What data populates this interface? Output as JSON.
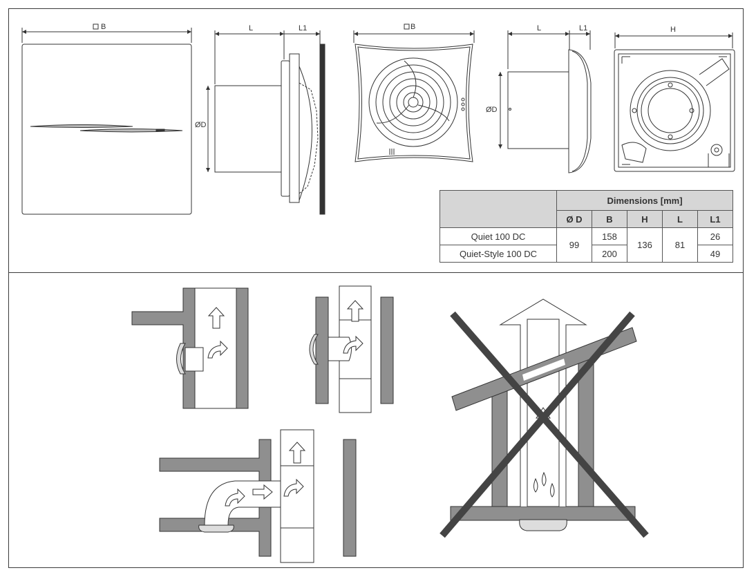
{
  "top_drawings": {
    "front_label_b": "B",
    "side_label_l": "L",
    "side_label_l1": "L1",
    "side_label_d": "ØD",
    "front2_label_b": "B",
    "side2_label_l": "L",
    "side2_label_l1": "L1",
    "side2_label_d": "ØD",
    "back_label_h": "H"
  },
  "dimensions_table": {
    "title": "Dimensions [mm]",
    "columns": [
      "Ø D",
      "B",
      "H",
      "L",
      "L1"
    ],
    "rows": [
      {
        "model": "Quiet 100 DC",
        "d": "99",
        "b": "158",
        "h": "136",
        "l": "81",
        "l1": "26"
      },
      {
        "model": "Quiet-Style 100 DC",
        "b": "200",
        "l1": "49"
      }
    ]
  },
  "installation_diagrams": {
    "count": 4,
    "incorrect_marker": "cross"
  },
  "colors": {
    "wall_gray": "#8f8f8f",
    "line": "#333333",
    "table_header": "#d6d6d6"
  }
}
